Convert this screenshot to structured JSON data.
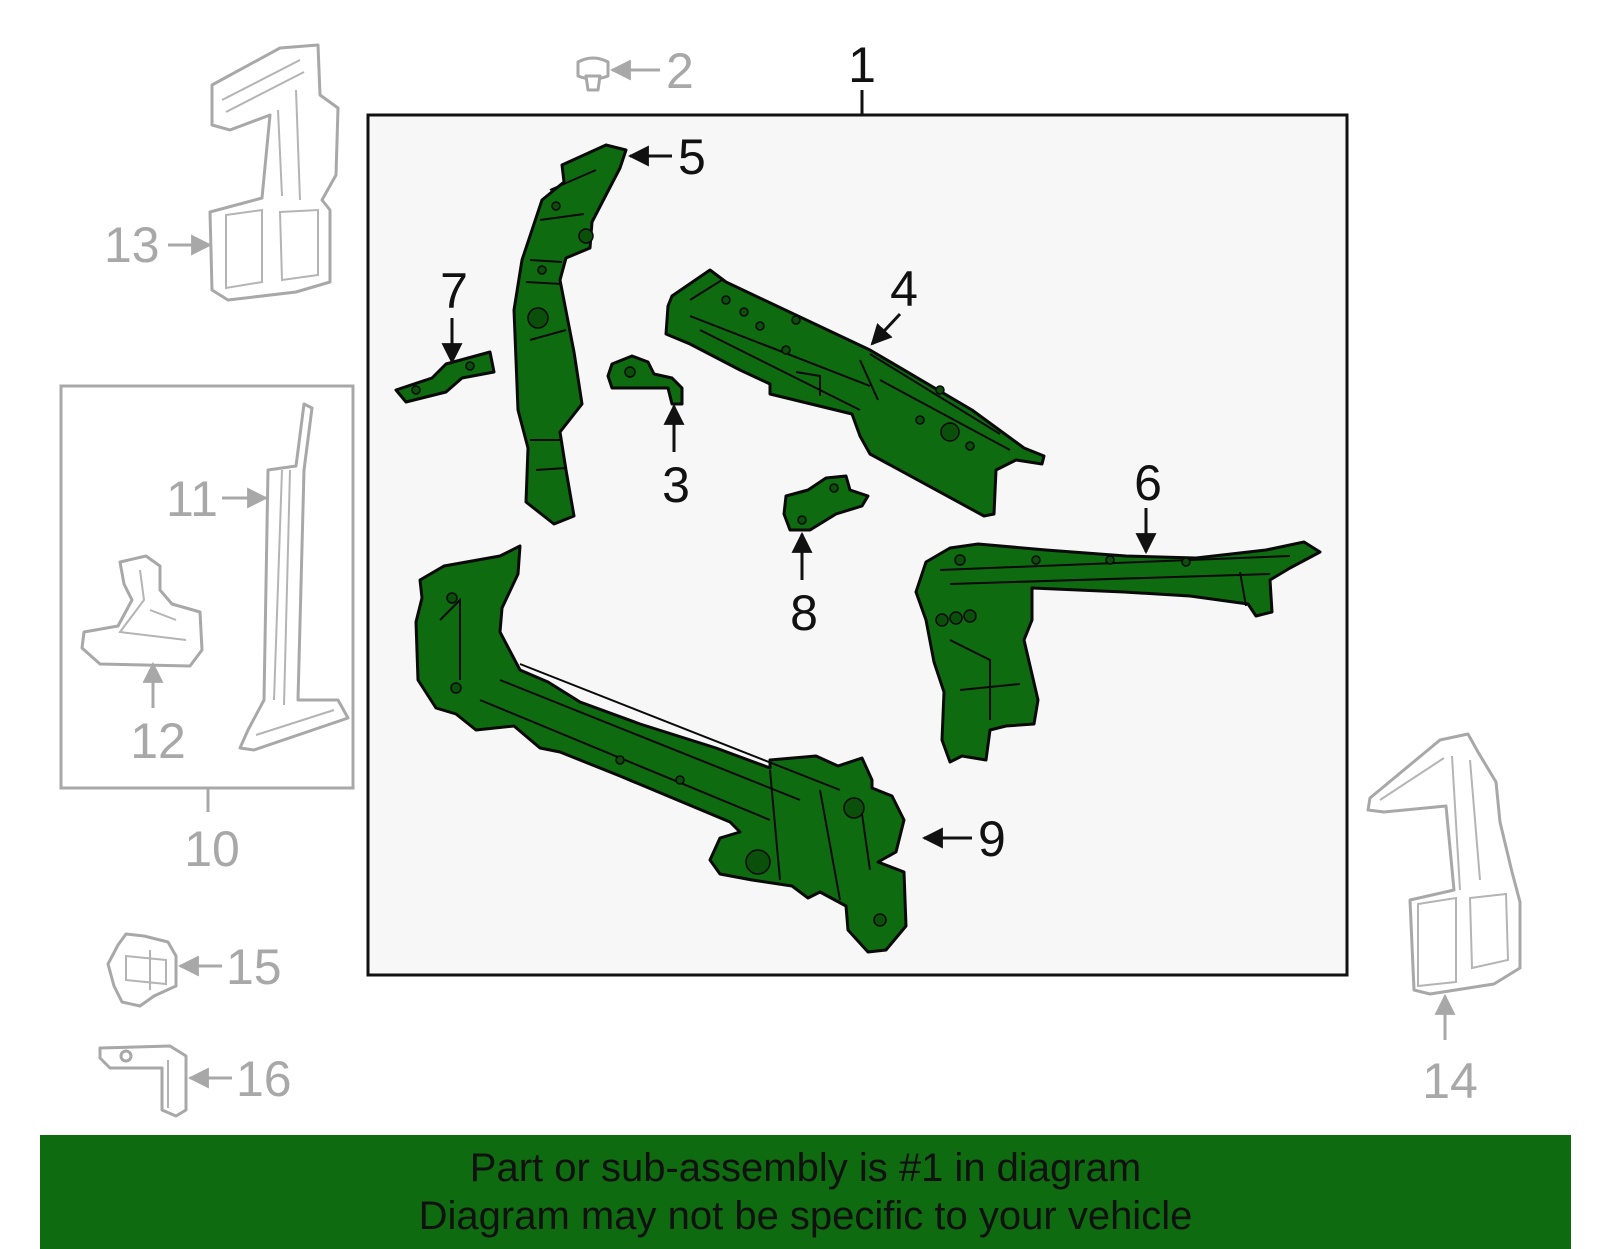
{
  "diagram": {
    "colors": {
      "highlight_fill": "#0f6b0f",
      "outline": "#0a0a0a",
      "ghost_outline": "#a8a8a8",
      "assembly_box_fill": "#f7f7f7",
      "banner_fill": "#0f6b0f"
    },
    "callouts": {
      "c1": "1",
      "c2": "2",
      "c3": "3",
      "c4": "4",
      "c5": "5",
      "c6": "6",
      "c7": "7",
      "c8": "8",
      "c9": "9",
      "c10": "10",
      "c11": "11",
      "c12": "12",
      "c13": "13",
      "c14": "14",
      "c15": "15",
      "c16": "16"
    }
  },
  "banner": {
    "line1": "Part or sub-assembly is #1 in diagram",
    "line2": "Diagram may not be specific to your vehicle"
  }
}
